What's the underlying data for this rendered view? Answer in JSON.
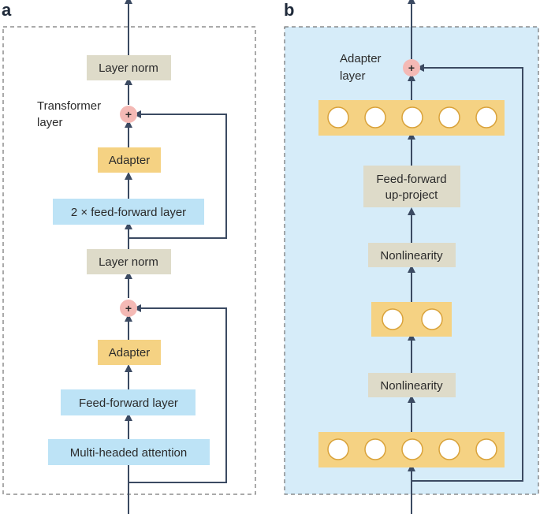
{
  "panel_a": {
    "letter": "a",
    "transformer_label": [
      "Transformer",
      "layer"
    ],
    "blocks": {
      "layer_norm_top": "Layer norm",
      "adapter_top": "Adapter",
      "feed_forward_2x": "2 × feed-forward layer",
      "layer_norm_mid": "Layer norm",
      "adapter_bottom": "Adapter",
      "feed_forward": "Feed-forward layer",
      "attention": "Multi-headed attention"
    },
    "plus_symbol": "+"
  },
  "panel_b": {
    "letter": "b",
    "adapter_label": [
      "Adapter",
      "layer"
    ],
    "blocks": {
      "up_project": [
        "Feed-forward",
        "up-project"
      ],
      "nonlinearity_top": "Nonlinearity",
      "nonlinearity_bottom": "Nonlinearity"
    },
    "plus_symbol": "+",
    "top_neuron_count": 5,
    "middle_neuron_count": 2,
    "bottom_neuron_count": 5
  },
  "colors": {
    "layer_norm": "#dedbc9",
    "adapter": "#f5d283",
    "feed_forward": "#bde3f6",
    "panel_b_bg": "#d6ecf9",
    "plus": "#f4b9b5",
    "arrow": "#3b4a62"
  }
}
